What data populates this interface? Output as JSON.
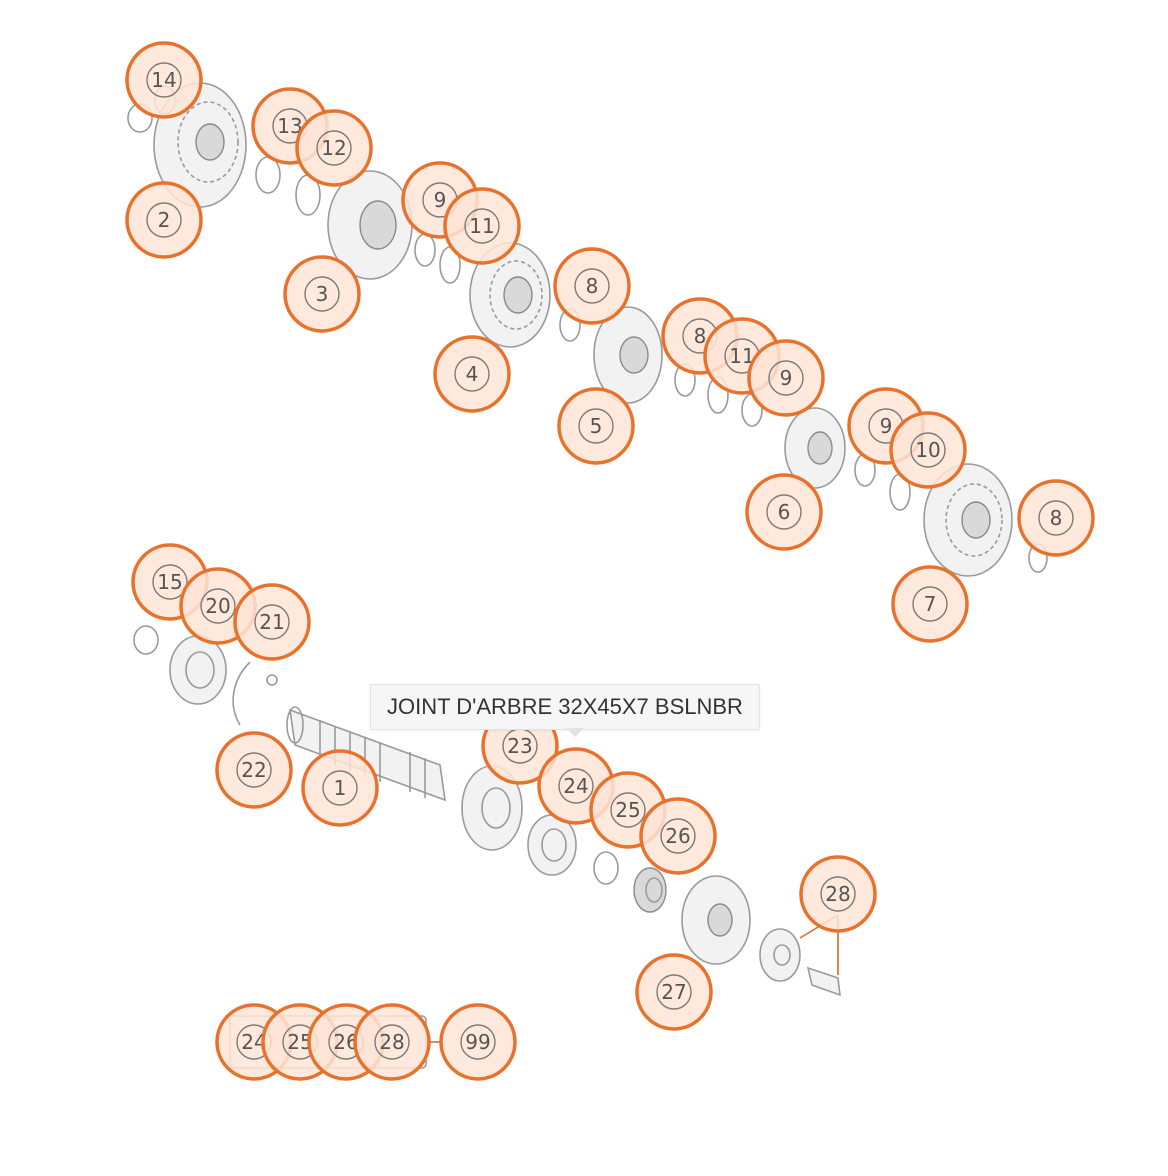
{
  "tooltip": {
    "text": "JOINT D'ARBRE 32X45X7 BSLNBR"
  },
  "callouts": [
    {
      "label": "14"
    },
    {
      "label": "2"
    },
    {
      "label": "13"
    },
    {
      "label": "12"
    },
    {
      "label": "3"
    },
    {
      "label": "9"
    },
    {
      "label": "11"
    },
    {
      "label": "4"
    },
    {
      "label": "8"
    },
    {
      "label": "5"
    },
    {
      "label": "8"
    },
    {
      "label": "11"
    },
    {
      "label": "9"
    },
    {
      "label": "9"
    },
    {
      "label": "10"
    },
    {
      "label": "6"
    },
    {
      "label": "8"
    },
    {
      "label": "7"
    },
    {
      "label": "15"
    },
    {
      "label": "20"
    },
    {
      "label": "21"
    },
    {
      "label": "22"
    },
    {
      "label": "1"
    },
    {
      "label": "23"
    },
    {
      "label": "24"
    },
    {
      "label": "25"
    },
    {
      "label": "26"
    },
    {
      "label": "28"
    },
    {
      "label": "27"
    },
    {
      "label": "24"
    },
    {
      "label": "25"
    },
    {
      "label": "26"
    },
    {
      "label": "28"
    },
    {
      "label": "99"
    }
  ]
}
